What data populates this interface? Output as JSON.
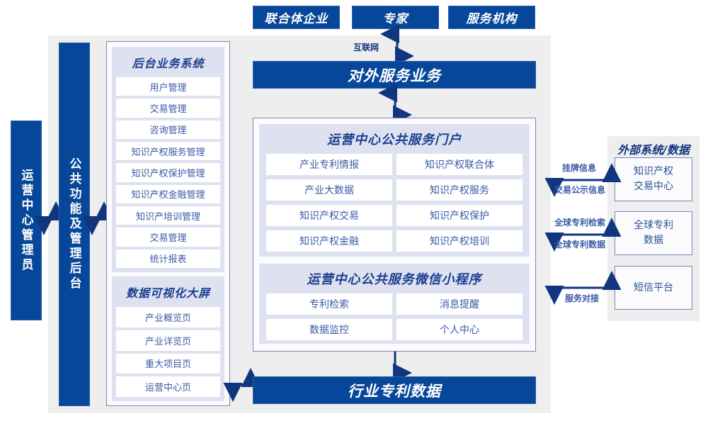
{
  "top_actors": [
    {
      "label": "联合体企业"
    },
    {
      "label": "专家"
    },
    {
      "label": "服务机构"
    }
  ],
  "connectors": {
    "internet": "互联网",
    "ext_trade_up": "挂牌信息",
    "ext_trade_down": "交易公示信息",
    "ext_patent_up": "全球专利检索",
    "ext_patent_down": "全球专利数据",
    "ext_sms": "服务对接"
  },
  "left_actor": {
    "label": "运营中心管理员"
  },
  "admin_column": {
    "label": "公共功能及管理后台"
  },
  "external_service": {
    "label": "对外服务业务"
  },
  "industry_data": {
    "label": "行业专利数据"
  },
  "backend_system": {
    "title": "后台业务系统",
    "items": [
      "用户管理",
      "交易管理",
      "咨询管理",
      "知识产权服务管理",
      "知识产权保护管理",
      "知识产权金融管理",
      "知识产培训管理",
      "交易管理",
      "统计报表"
    ]
  },
  "data_visual": {
    "title": "数据可视化大屏",
    "items": [
      "产业概览页",
      "产业详览页",
      "重大项目页",
      "运营中心页"
    ]
  },
  "portal": {
    "title": "运营中心公共服务门户",
    "items": [
      "产业专利情报",
      "知识产权联合体",
      "产业大数据",
      "知识产权服务",
      "知识产权交易",
      "知识产权保护",
      "知识产权金融",
      "知识产权培训"
    ]
  },
  "miniprogram": {
    "title": "运营中心公共服务微信小程序",
    "items": [
      "专利检索",
      "消息提醒",
      "数据监控",
      "个人中心"
    ]
  },
  "external": {
    "title": "外部系统/数据",
    "items": [
      "知识产权\n交易中心",
      "全球专利\n数据",
      "短信平台"
    ]
  },
  "colors": {
    "brand_blue": "#07479a",
    "panel_grey": "#eeeeee",
    "group_lavender": "#dee1f0",
    "text_blue": "#3a5aa6",
    "border_violet": "#7e84b4"
  }
}
